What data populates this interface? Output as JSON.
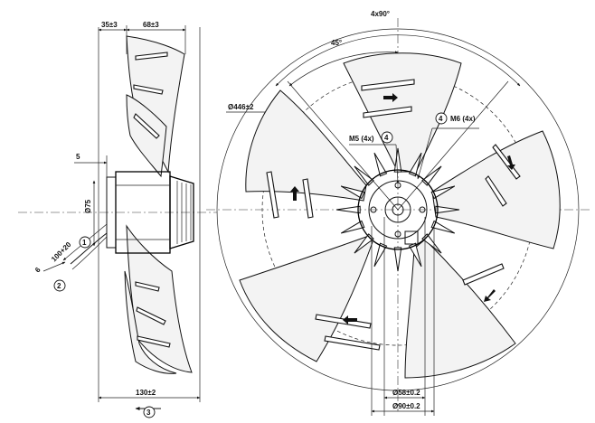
{
  "side_view": {
    "dim_top_left": "35±3",
    "dim_top_right": "68±3",
    "dim_5": "5",
    "dim_diam75": "Ø75",
    "dim_cable": "100+20",
    "dim_6": "6",
    "callout_1": "1",
    "callout_2": "2",
    "dim_bottom": "130±2",
    "callout_3": "3"
  },
  "front_view": {
    "angle_total": "4x90°",
    "angle_45": "45°",
    "dim_outer_diameter": "Ø446±2",
    "callout_4a": "4",
    "thread_m6": "M6 (4x)",
    "thread_m5": "M5 (4x)",
    "callout_4b": "4",
    "dim_d58": "Ø58±0.2",
    "dim_d90": "Ø90±0.2"
  }
}
